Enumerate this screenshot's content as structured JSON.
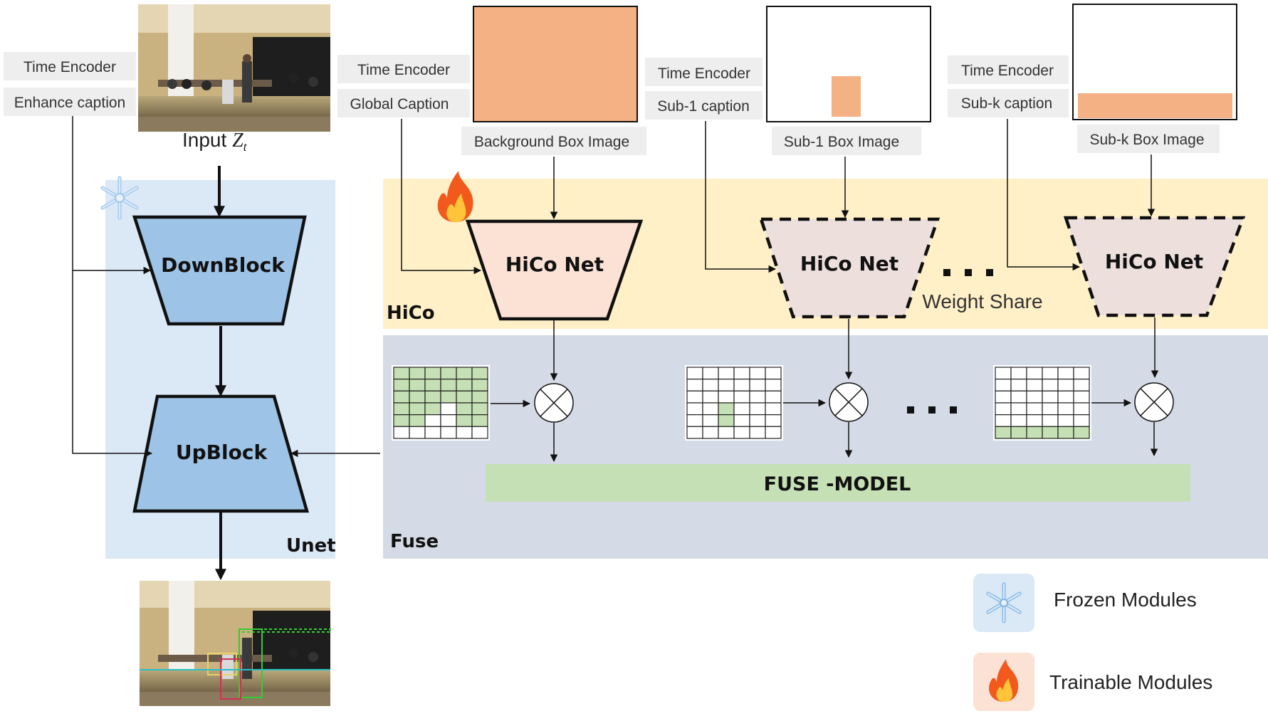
{
  "regions": {
    "unet": "Unet",
    "hico": "HiCo",
    "fuse": "Fuse"
  },
  "input_label_prefix": "Input ",
  "input_label_var": "Z",
  "input_label_sub": "t",
  "left_inputs": {
    "time_encoder": "Time Encoder",
    "caption": "Enhance caption"
  },
  "unet_blocks": {
    "down": "DownBlock",
    "up": "UpBlock"
  },
  "branches": [
    {
      "time_encoder": "Time Encoder",
      "caption": "Global Caption",
      "box_image": "Background Box Image",
      "net": "HiCo Net"
    },
    {
      "time_encoder": "Time Encoder",
      "caption": "Sub-1 caption",
      "box_image": "Sub-1 Box Image",
      "net": "HiCo Net"
    },
    {
      "time_encoder": "Time Encoder",
      "caption": "Sub-k caption",
      "box_image": "Sub-k Box Image",
      "net": "HiCo Net"
    }
  ],
  "weight_share": "Weight Share",
  "fuse_model": "FUSE -MODEL",
  "legend": {
    "frozen": "Frozen Modules",
    "trainable": "Trainable Modules"
  },
  "icons": {
    "frozen": "snowflake-icon",
    "trainable": "fire-icon"
  },
  "colors": {
    "unet_bg": "#dbe8f6",
    "hico_bg": "#fff0c8",
    "fuse_bg": "#d5dbe6",
    "block_blue": "#9dc3e6",
    "hico_net_trainable": "#fbe2d5",
    "hico_net_shared": "#ede0dc",
    "box_orange": "#f4b183",
    "mask_green": "#c5e0b4",
    "fuse_model": "#c5e0b4",
    "label_bg": "#eeeeee"
  }
}
